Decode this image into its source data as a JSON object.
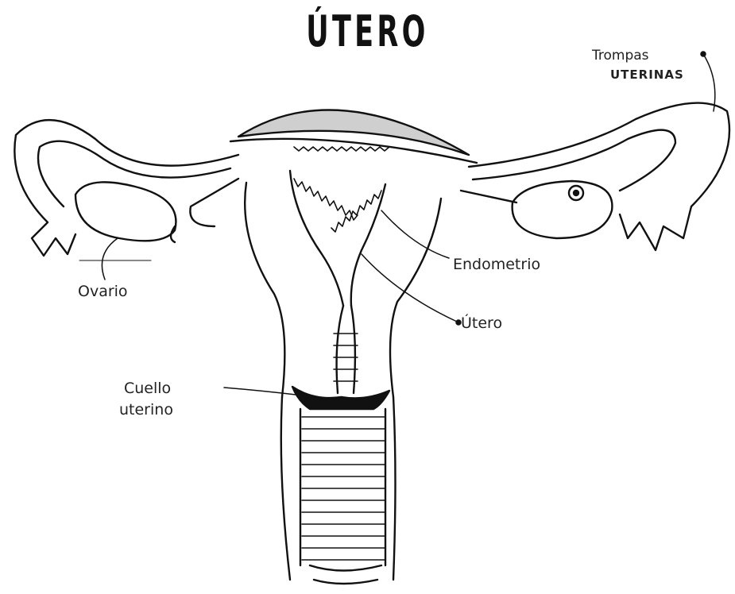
{
  "title": "ÚTERO",
  "labels": {
    "trompas_line1": "Trompas",
    "trompas_line2": "UTERINAS",
    "endometrio": "Endometrio",
    "utero": "Útero",
    "ovario": "Ovario",
    "cuello_line1": "Cuello",
    "cuello_line2": "uterino"
  }
}
